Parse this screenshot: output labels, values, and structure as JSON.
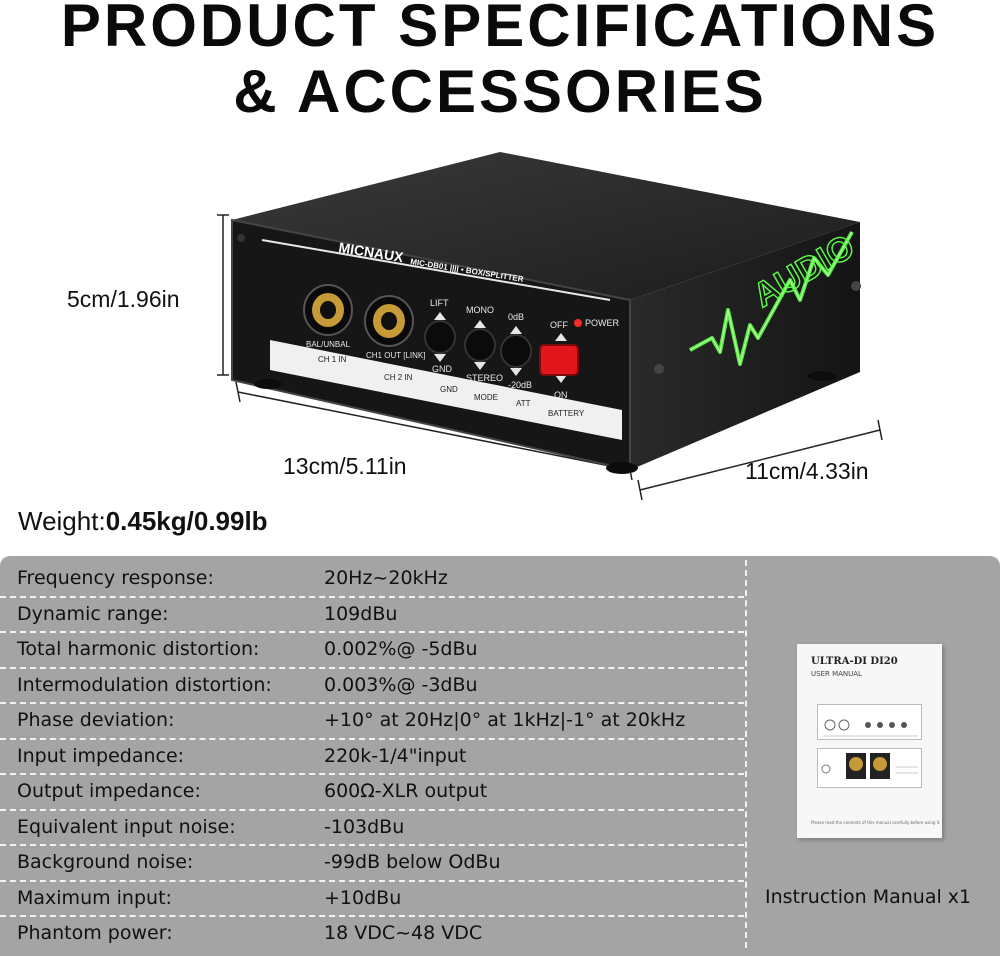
{
  "header": {
    "title_line1": "PRODUCT SPECIFICATIONS",
    "title_line2": "& ACCESSORIES"
  },
  "dimensions": {
    "height": "5cm/1.96in",
    "width": "13cm/5.11in",
    "depth": "11cm/4.33in"
  },
  "device": {
    "brand": "MICNAUX",
    "model": "MIC-DB01 |||| • BOX/SPLITTER",
    "side_text": "AUDIO",
    "jack1": "BAL/UNBAL",
    "jack2": "CH1 OUT [LINK]",
    "ch1_in": "CH 1 IN",
    "ch2_in": "CH 2 IN",
    "lift": "LIFT",
    "gnd_sw": "GND",
    "gnd": "GND",
    "mono": "MONO",
    "stereo": "STEREO",
    "mode": "MODE",
    "odb": "0dB",
    "m20db": "-20dB",
    "att": "ATT",
    "off": "OFF",
    "on": "ON",
    "battery": "BATTERY",
    "power": "POWER"
  },
  "weight": {
    "label": "Weight:",
    "value": "0.45kg/0.99lb"
  },
  "specs": [
    {
      "label": "Frequency response:",
      "value": "20Hz~20kHz"
    },
    {
      "label": "Dynamic range:",
      "value": "109dBu"
    },
    {
      "label": "Total harmonic distortion:",
      "value": "0.002%@ -5dBu"
    },
    {
      "label": "Intermodulation distortion:",
      "value": "0.003%@ -3dBu"
    },
    {
      "label": "Phase deviation:",
      "value": "+10° at 20Hz|0° at 1kHz|-1° at 20kHz"
    },
    {
      "label": "Input impedance:",
      "value": "220k-1/4\"input"
    },
    {
      "label": "Output impedance:",
      "value": "600Ω-XLR output"
    },
    {
      "label": "Equivalent input noise:",
      "value": "-103dBu"
    },
    {
      "label": "Background noise:",
      "value": "-99dB below OdBu"
    },
    {
      "label": "Maximum input:",
      "value": "+10dBu"
    },
    {
      "label": "Phantom power:",
      "value": "18 VDC~48 VDC"
    }
  ],
  "manual": {
    "title": "ULTRA-DI DI20",
    "subtitle": "USER MANUAL",
    "footnote": "Please read the contents of this manual carefully before using it.",
    "caption": "Instruction Manual x1"
  },
  "colors": {
    "panel": "#a4a4a4",
    "glow": "#5dff4a",
    "button_red": "#e0161b"
  }
}
